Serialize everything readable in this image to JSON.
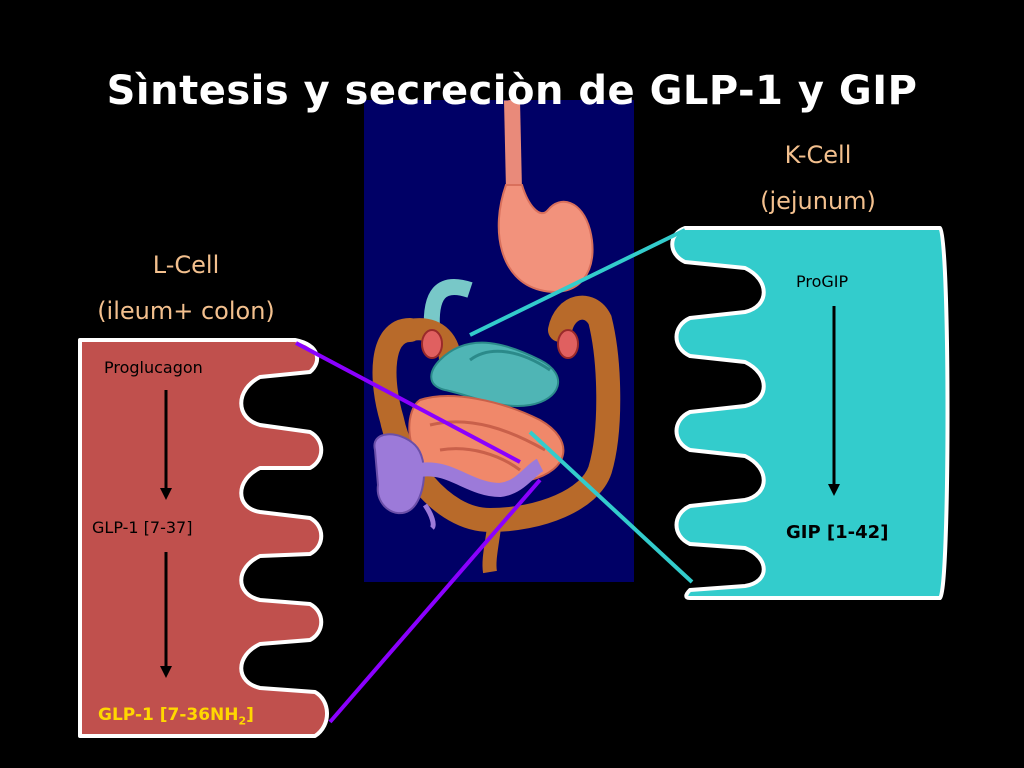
{
  "title": "Sìntesis y secreciòn de GLP-1 y GIP",
  "l_cell": {
    "name": "L-Cell",
    "location": "(ileum+ colon)",
    "steps": [
      "Proglucagon",
      "GLP-1 [7-37]"
    ],
    "final_main": "GLP-1 [7-36NH",
    "final_sub": "2",
    "final_close": "]"
  },
  "k_cell": {
    "name": "K-Cell",
    "location": "(jejunum)",
    "step": "ProGIP",
    "final": "GIP [1-42]"
  },
  "colors": {
    "background": "#000000",
    "l_cell_fill": "#c0504d",
    "k_cell_fill": "#33cccc",
    "label_text": "#f3c08e",
    "final_glp1_text": "#ffd700",
    "gut_panel": "#000066",
    "connector_l": "#8b00ff",
    "connector_k": "#33cccc"
  }
}
